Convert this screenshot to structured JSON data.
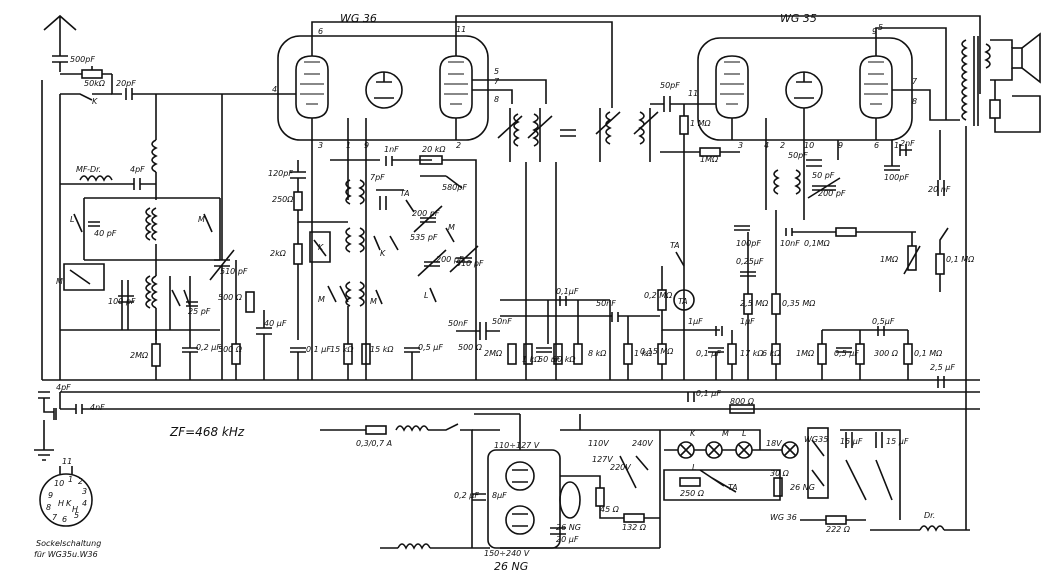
{
  "tubes": {
    "left_title": "WG 36",
    "right_title": "WG 35"
  },
  "frequency_note": "ZF=468 kHz",
  "socket": {
    "caption_line1": "Sockelschaltung",
    "caption_line2": "für WG35u.W36",
    "pin_top": "11",
    "pins": [
      "10",
      "9",
      "8",
      "7",
      "6",
      "5",
      "4",
      "3",
      "2",
      "1",
      "H",
      "K",
      "H"
    ]
  },
  "power": {
    "tube_label": "26 NG",
    "voltage_low": "110÷127 V",
    "voltage_high": "150÷240 V",
    "fuse": "0,3/0,7 A"
  },
  "labels": {
    "c500pf": "500pF",
    "k50k": "50kΩ",
    "k_switch": "K",
    "c20pf": "20pF",
    "mf_dr": "MF-Dr.",
    "c4pf": "4pF",
    "l_sw": "L",
    "c40pf": "40 pF",
    "m_sw": "M",
    "c100pf": "100 pF",
    "c25pf": "25 pF",
    "c510pf": "510 pF",
    "r2m": "2MΩ",
    "c02uf": "0,2 µF",
    "r500": "500 Ω",
    "r500b": "500 Ω",
    "c40uf": "40 µF",
    "c4pf_ant": "4pF",
    "c4nf": "4nF",
    "c120pf": "120pF",
    "r250": "250Ω",
    "r2k": "2kΩ",
    "k_osc": "K",
    "m_osc": "M",
    "c01uf": "0,1 µF",
    "r15k": "15 kΩ",
    "r15k2": "15 kΩ",
    "c7pf": "7pF",
    "c1nf": "1nF",
    "r20k": "20 kΩ",
    "ta": "TA",
    "c580pf": "580pF",
    "c200pf": "200 pF",
    "c535pf": "535 pF",
    "c200pf2": "200 pF",
    "c510pf2": "510 pF",
    "k_sw2": "K",
    "l_sw2": "L",
    "m_sw2": "M",
    "c05uf": "0,5 µF",
    "r500c": "500 Ω",
    "c50nf": "50nF",
    "c50nf_b": "50nF",
    "r2m_b": "2MΩ",
    "r1k": "1 kΩ",
    "c50nf2": "50 nF",
    "r50k": "50 kΩ",
    "r8k": "8 kΩ",
    "c01uf2": "0,1µF",
    "c50nf3": "50nF",
    "r1k2": "1 kΩ",
    "c50pf": "50pF",
    "r1m": "1 MΩ",
    "pin11": "11",
    "r1m2": "1MΩ",
    "ta2": "TA",
    "ta3": "TA",
    "r02m": "0,2 MΩ",
    "c1uf": "1µF",
    "r015m": "0,15 MΩ",
    "c01uf3": "0,1 µF",
    "c01uf4": "0,1 µF",
    "r800": "800 Ω",
    "c100pf2": "100pF",
    "c10nf": "10nF",
    "r01m": "0,1MΩ",
    "c025uf": "0,25µF",
    "c1uf2": "1µF",
    "r25m": "2,5 MΩ",
    "r035m": "0,35 MΩ",
    "r17k": "17 kΩ",
    "r6k": "6 kΩ",
    "c50pf2": "50pF",
    "c50pf3": "50 pF",
    "c200pf3": "200 pF",
    "r1m3": "1MΩ",
    "c05uf2": "0,5 µF",
    "r300": "300 Ω",
    "r01m2": "0,1 MΩ",
    "c05uf3": "0,5µF",
    "c25uf": "2,5 µF",
    "c2nf": "2nF",
    "c100pf3": "100pF",
    "c20nf": "20 nF",
    "r1m4": "1MΩ",
    "r01m3": "0,1 MΩ",
    "v110": "110V",
    "v127": "127V",
    "v220": "220V",
    "v240": "240V",
    "c02uf2": "0,2 µF",
    "c8uf": "8µF",
    "r45": "45 Ω",
    "c20uf": "20 µF",
    "r250b": "250 Ω",
    "r132": "132 Ω",
    "r222": "222 Ω",
    "r30": "30 Ω",
    "v18": "18V",
    "wg35v": "WG35",
    "wg36v": "WG 36",
    "ng26v": "26 NG",
    "c15uf": "15 µF",
    "c15uf2": "15 µF",
    "dr": "Dr.",
    "k_sel": "K",
    "m_sel": "M",
    "l_sel": "L",
    "ta_sel": "TA",
    "pin4": "4",
    "pin6": "6",
    "pin5": "5",
    "pin7": "7",
    "pin8": "8",
    "pin3": "3",
    "pin1": "1",
    "pin9": "9",
    "pin2": "2",
    "pin11b": "11",
    "pin9b": "9",
    "pin7b": "7",
    "pin8b": "8",
    "pin3b": "3",
    "pin4b": "4",
    "pin2b": "2",
    "pin10b": "10",
    "pin9c": "9",
    "pin6b": "6",
    "pin1b": "1",
    "pin5b": "5"
  }
}
